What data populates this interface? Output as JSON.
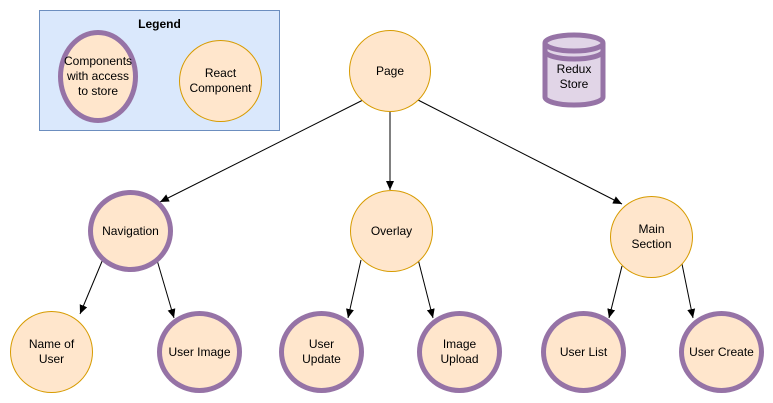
{
  "legend": {
    "title": "Legend",
    "store_label": "Components\nwith access\nto store",
    "react_label": "React\nComponent"
  },
  "redux": {
    "label": "Redux\nStore"
  },
  "nodes": {
    "page": "Page",
    "navigation": "Navigation",
    "overlay": "Overlay",
    "main_section": "Main\nSection",
    "name_of_user": "Name of User",
    "user_image": "User Image",
    "user_update": "User Update",
    "image_upload": "Image\nUpload",
    "user_list": "User List",
    "user_create": "User Create"
  },
  "colors": {
    "node_fill": "#ffe6cc",
    "store_border": "#9673a6",
    "react_border": "#d79b00",
    "legend_fill": "#dae8fc",
    "legend_border": "#6c8ebf",
    "db_fill": "#e1d5e7"
  }
}
